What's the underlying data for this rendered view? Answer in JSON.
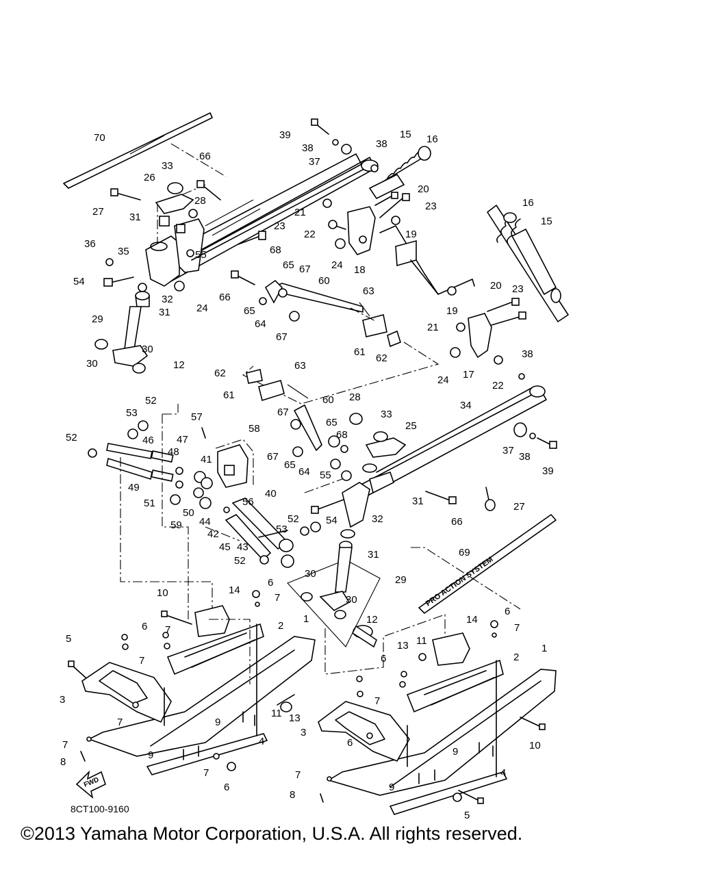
{
  "diagram": {
    "drawing_code": "8CT100-9160",
    "fwd_label": "FWD",
    "decal_text": "PRO ACTION SYSTEM",
    "callouts": [
      {
        "id": "c70",
        "label": "70"
      },
      {
        "id": "c39a",
        "label": "39"
      },
      {
        "id": "c38a",
        "label": "38"
      },
      {
        "id": "c37a",
        "label": "37"
      },
      {
        "id": "c38b",
        "label": "38"
      },
      {
        "id": "c15a",
        "label": "15"
      },
      {
        "id": "c16a",
        "label": "16"
      },
      {
        "id": "c66a",
        "label": "66"
      },
      {
        "id": "c33a",
        "label": "33"
      },
      {
        "id": "c26",
        "label": "26"
      },
      {
        "id": "c27a",
        "label": "27"
      },
      {
        "id": "c28a",
        "label": "28"
      },
      {
        "id": "c31a",
        "label": "31"
      },
      {
        "id": "c20a",
        "label": "20"
      },
      {
        "id": "c23a",
        "label": "23"
      },
      {
        "id": "c21a",
        "label": "21"
      },
      {
        "id": "c23b",
        "label": "23"
      },
      {
        "id": "c22a",
        "label": "22"
      },
      {
        "id": "c19a",
        "label": "19"
      },
      {
        "id": "c36",
        "label": "36"
      },
      {
        "id": "c35",
        "label": "35"
      },
      {
        "id": "c55a",
        "label": "55"
      },
      {
        "id": "c68a",
        "label": "68"
      },
      {
        "id": "c24a",
        "label": "24"
      },
      {
        "id": "c18",
        "label": "18"
      },
      {
        "id": "c54a",
        "label": "54"
      },
      {
        "id": "c65a",
        "label": "65"
      },
      {
        "id": "c67a",
        "label": "67"
      },
      {
        "id": "c66b",
        "label": "66"
      },
      {
        "id": "c32a",
        "label": "32"
      },
      {
        "id": "c24b",
        "label": "24"
      },
      {
        "id": "c31b",
        "label": "31"
      },
      {
        "id": "c60a",
        "label": "60"
      },
      {
        "id": "c65b",
        "label": "65"
      },
      {
        "id": "c64a",
        "label": "64"
      },
      {
        "id": "c63a",
        "label": "63"
      },
      {
        "id": "c16b",
        "label": "16"
      },
      {
        "id": "c15b",
        "label": "15"
      },
      {
        "id": "c20b",
        "label": "20"
      },
      {
        "id": "c23c",
        "label": "23"
      },
      {
        "id": "c19b",
        "label": "19"
      },
      {
        "id": "c29a",
        "label": "29"
      },
      {
        "id": "c67b",
        "label": "67"
      },
      {
        "id": "c21b",
        "label": "21"
      },
      {
        "id": "c30a",
        "label": "30"
      },
      {
        "id": "c30b",
        "label": "30"
      },
      {
        "id": "c61a",
        "label": "61"
      },
      {
        "id": "c62a",
        "label": "62"
      },
      {
        "id": "c38c",
        "label": "38"
      },
      {
        "id": "c24c",
        "label": "24"
      },
      {
        "id": "c17",
        "label": "17"
      },
      {
        "id": "c22b",
        "label": "22"
      },
      {
        "id": "c12a",
        "label": "12"
      },
      {
        "id": "c63b",
        "label": "63"
      },
      {
        "id": "c62b",
        "label": "62"
      },
      {
        "id": "c61b",
        "label": "61"
      },
      {
        "id": "c60b",
        "label": "60"
      },
      {
        "id": "c52a",
        "label": "52"
      },
      {
        "id": "c28b",
        "label": "28"
      },
      {
        "id": "c34",
        "label": "34"
      },
      {
        "id": "c53a",
        "label": "53"
      },
      {
        "id": "c33b",
        "label": "33"
      },
      {
        "id": "c57",
        "label": "57"
      },
      {
        "id": "c67c",
        "label": "67"
      },
      {
        "id": "c25",
        "label": "25"
      },
      {
        "id": "c52b",
        "label": "52"
      },
      {
        "id": "c46",
        "label": "46"
      },
      {
        "id": "c58",
        "label": "58"
      },
      {
        "id": "c65c",
        "label": "65"
      },
      {
        "id": "c47",
        "label": "47"
      },
      {
        "id": "c68b",
        "label": "68"
      },
      {
        "id": "c37b",
        "label": "37"
      },
      {
        "id": "c38d",
        "label": "38"
      },
      {
        "id": "c48",
        "label": "48"
      },
      {
        "id": "c41",
        "label": "41"
      },
      {
        "id": "c67d",
        "label": "67"
      },
      {
        "id": "c65d",
        "label": "65"
      },
      {
        "id": "c64b",
        "label": "64"
      },
      {
        "id": "c39b",
        "label": "39"
      },
      {
        "id": "c55b",
        "label": "55"
      },
      {
        "id": "c49",
        "label": "49"
      },
      {
        "id": "c27b",
        "label": "27"
      },
      {
        "id": "c51",
        "label": "51"
      },
      {
        "id": "c40",
        "label": "40"
      },
      {
        "id": "c31c",
        "label": "31"
      },
      {
        "id": "c56",
        "label": "56"
      },
      {
        "id": "c66c",
        "label": "66"
      },
      {
        "id": "c50",
        "label": "50"
      },
      {
        "id": "c44",
        "label": "44"
      },
      {
        "id": "c54b",
        "label": "54"
      },
      {
        "id": "c59",
        "label": "59"
      },
      {
        "id": "c52c",
        "label": "52"
      },
      {
        "id": "c42",
        "label": "42"
      },
      {
        "id": "c53b",
        "label": "53"
      },
      {
        "id": "c32b",
        "label": "32"
      },
      {
        "id": "c45",
        "label": "45"
      },
      {
        "id": "c43",
        "label": "43"
      },
      {
        "id": "c31d",
        "label": "31"
      },
      {
        "id": "c69",
        "label": "69"
      },
      {
        "id": "c52d",
        "label": "52"
      },
      {
        "id": "c29b",
        "label": "29"
      },
      {
        "id": "c30c",
        "label": "30"
      },
      {
        "id": "c30d",
        "label": "30"
      },
      {
        "id": "c6a",
        "label": "6"
      },
      {
        "id": "c10a",
        "label": "10"
      },
      {
        "id": "c14a",
        "label": "14"
      },
      {
        "id": "c7a",
        "label": "7"
      },
      {
        "id": "c6b",
        "label": "6"
      },
      {
        "id": "c2a",
        "label": "2"
      },
      {
        "id": "c1a",
        "label": "1"
      },
      {
        "id": "c5a",
        "label": "5"
      },
      {
        "id": "c7b",
        "label": "7"
      },
      {
        "id": "c12b",
        "label": "12"
      },
      {
        "id": "c14b",
        "label": "14"
      },
      {
        "id": "c6c",
        "label": "6"
      },
      {
        "id": "c7c",
        "label": "7"
      },
      {
        "id": "c13a",
        "label": "13"
      },
      {
        "id": "c11a",
        "label": "11"
      },
      {
        "id": "c2b",
        "label": "2"
      },
      {
        "id": "c1b",
        "label": "1"
      },
      {
        "id": "c6d",
        "label": "6"
      },
      {
        "id": "c3a",
        "label": "3"
      },
      {
        "id": "c7d",
        "label": "7"
      },
      {
        "id": "c11b",
        "label": "11"
      },
      {
        "id": "c13b",
        "label": "13"
      },
      {
        "id": "c7e",
        "label": "7"
      },
      {
        "id": "c9a",
        "label": "9"
      },
      {
        "id": "c7f",
        "label": "7"
      },
      {
        "id": "c4a",
        "label": "4"
      },
      {
        "id": "c8a",
        "label": "8"
      },
      {
        "id": "c9b",
        "label": "9"
      },
      {
        "id": "c3b",
        "label": "3"
      },
      {
        "id": "c10b",
        "label": "10"
      },
      {
        "id": "c6e",
        "label": "6"
      },
      {
        "id": "c9c",
        "label": "9"
      },
      {
        "id": "c7g",
        "label": "7"
      },
      {
        "id": "c6f",
        "label": "6"
      },
      {
        "id": "c4b",
        "label": "4"
      },
      {
        "id": "c7h",
        "label": "7"
      },
      {
        "id": "c9d",
        "label": "9"
      },
      {
        "id": "c8b",
        "label": "8"
      },
      {
        "id": "c7i",
        "label": "7"
      },
      {
        "id": "c5b",
        "label": "5"
      }
    ]
  },
  "footer": {
    "copyright": "©2013 Yamaha Motor Corporation, U.S.A. All rights reserved."
  }
}
